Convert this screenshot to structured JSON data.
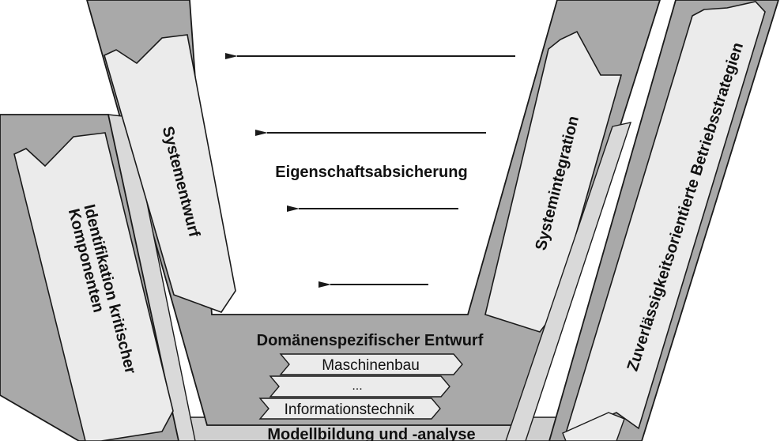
{
  "diagram": {
    "labels": {
      "system_design": "Systementwurf",
      "identification_line1": "Identifikation kritischer",
      "identification_line2": "Komponenten",
      "property_assurance": "Eigenschaftsabsicherung",
      "system_integration": "Systemintegration",
      "reliability_strategies": "Zuverlässigkeitsorientierte Betriebsstrategien",
      "domain_design": "Domänenspezifischer Entwurf",
      "mechanical": "Maschinenbau",
      "ellipsis": "...",
      "information_technology": "Informationstechnik",
      "modeling": "Modellbildung und -analyse"
    },
    "colors": {
      "outline": "#1a1a1a",
      "dark_band": "#a9a9a9",
      "light_arrow": "#ebebeb",
      "background": "#ffffff"
    }
  }
}
